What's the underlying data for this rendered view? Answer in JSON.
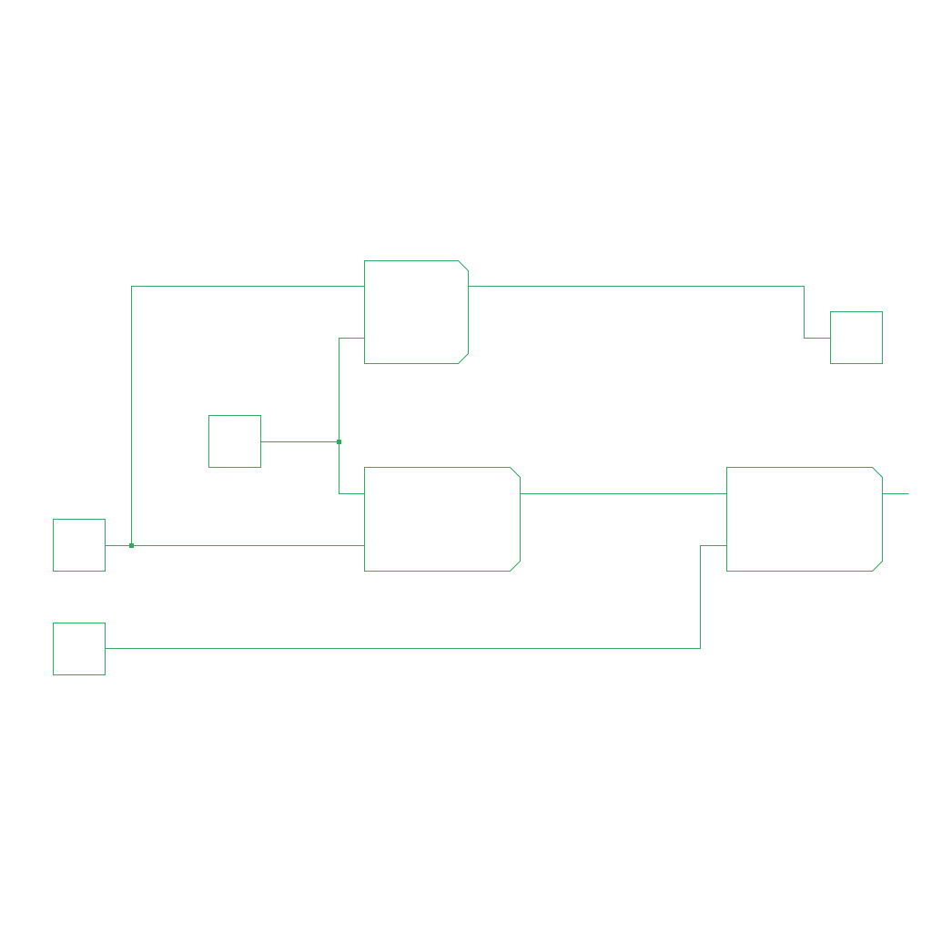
{
  "diagram": {
    "stroke_color": "#2eab5f",
    "background_color": "#ffffff",
    "ports": [
      {
        "id": "input-a",
        "kind": "input"
      },
      {
        "id": "input-b",
        "kind": "input"
      },
      {
        "id": "input-c",
        "kind": "input"
      },
      {
        "id": "output-1",
        "kind": "output"
      }
    ],
    "gates": [
      {
        "id": "gate-top"
      },
      {
        "id": "gate-middle"
      },
      {
        "id": "gate-right"
      }
    ],
    "junctions": [
      {
        "id": "junction-a"
      },
      {
        "id": "junction-c"
      }
    ],
    "nets": [
      {
        "id": "net-a-top",
        "from": "input-a",
        "to": "gate-top"
      },
      {
        "id": "net-a-middle",
        "from": "input-a",
        "to": "gate-middle"
      },
      {
        "id": "net-c-top",
        "from": "input-c",
        "to": "gate-top"
      },
      {
        "id": "net-c-middle",
        "from": "input-c",
        "to": "gate-middle"
      },
      {
        "id": "net-top-out",
        "from": "gate-top",
        "to": "output-1"
      },
      {
        "id": "net-middle-right",
        "from": "gate-middle",
        "to": "gate-right"
      },
      {
        "id": "net-b-right",
        "from": "input-b",
        "to": "gate-right"
      },
      {
        "id": "net-right-out",
        "from": "gate-right",
        "to": "off-page"
      }
    ]
  }
}
